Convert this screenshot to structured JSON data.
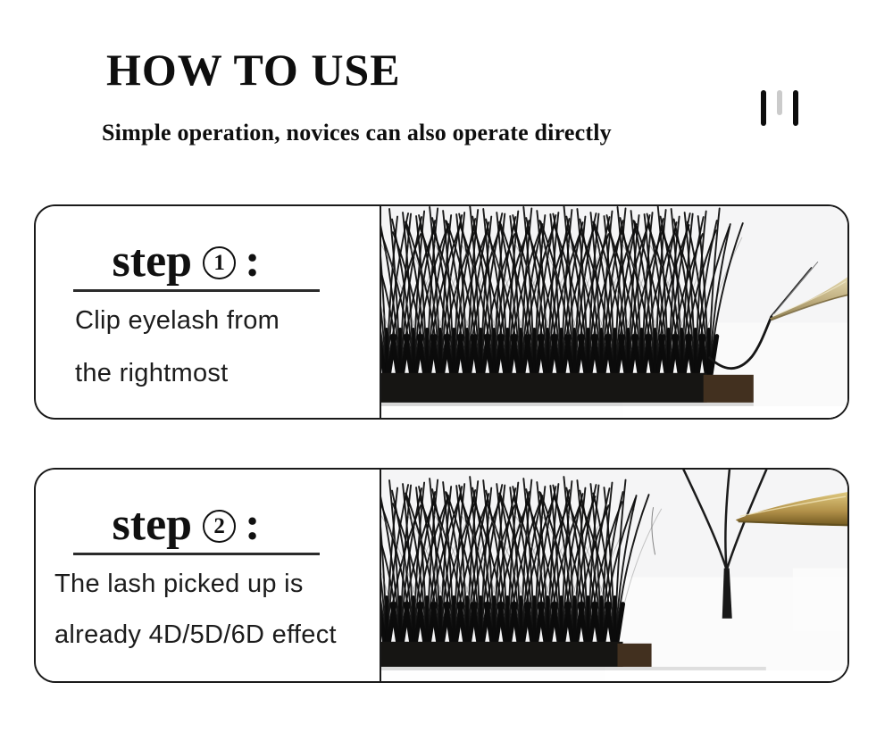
{
  "header": {
    "title": "HOW TO USE",
    "subtitle": "Simple operation, novices can also operate directly",
    "decor_icon": "three-bars-icon"
  },
  "steps": [
    {
      "label": "step",
      "number": "1",
      "colon": ":",
      "line1": "Clip eyelash from",
      "line2": "the rightmost",
      "photo": "lash-tray-strip-with-tweezers-clipping-rightmost-lash"
    },
    {
      "label": "step",
      "number": "2",
      "colon": ":",
      "line1": "The lash picked up is",
      "line2": "already 4D/5D/6D effect",
      "photo": "tweezers-holding-picked-fan-lash-beside-tray"
    }
  ],
  "colors": {
    "text": "#111111",
    "border": "#1a1a1a",
    "photo_bg": "#f5f5f6",
    "lash": "#0e0e0e",
    "strip_black": "#161513",
    "strip_brown": "#42301f",
    "tweezer_gold_light": "#d9c993",
    "tweezer_gold_dark": "#8f7434",
    "bar_gray": "#cbcbcb"
  }
}
